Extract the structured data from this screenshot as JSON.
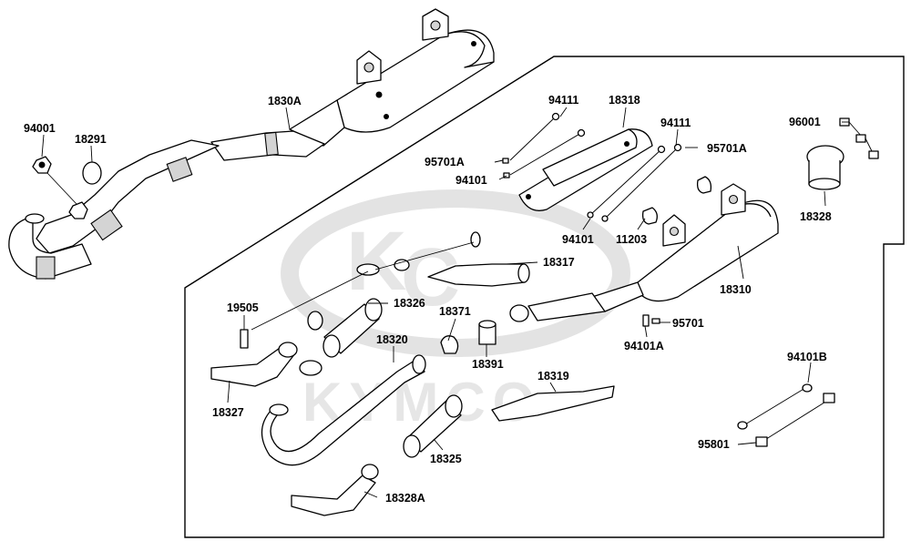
{
  "watermark": {
    "brand": "KYMCO"
  },
  "labels": {
    "p94001": "94001",
    "p18291": "18291",
    "p1830A": "1830A",
    "p94111a": "94111",
    "p18318": "18318",
    "p94111b": "94111",
    "p96001": "96001",
    "p95701Aa": "95701A",
    "p95701Ab": "95701A",
    "p94101a": "94101",
    "p94101b": "94101",
    "p11203": "11203",
    "p18328": "18328",
    "p18317": "18317",
    "p18310": "18310",
    "p19505": "19505",
    "p18326": "18326",
    "p18371": "18371",
    "p95701": "95701",
    "p94101A": "94101A",
    "p18320": "18320",
    "p18391": "18391",
    "p18319": "18319",
    "p18327": "18327",
    "p18325": "18325",
    "p94101B": "94101B",
    "p95801": "95801",
    "p18328A": "18328A"
  }
}
